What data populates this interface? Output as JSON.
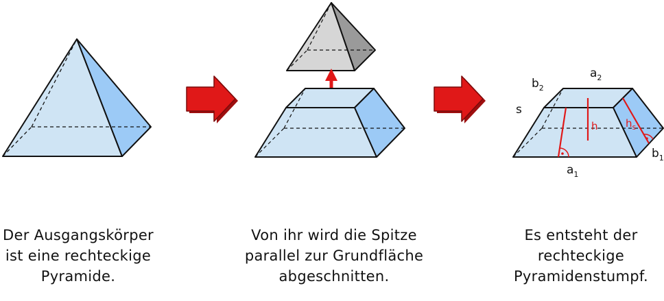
{
  "colors": {
    "face_light": "#cfe4f4",
    "face_side": "#9ccaf6",
    "apex_top": "#d6d6d6",
    "apex_side": "#9a9a9a",
    "arrow_red": "#e01818",
    "arrow_dark": "#9e0f0f",
    "stroke": "#111111"
  },
  "labels": {
    "a1": {
      "main": "a",
      "sub": "1"
    },
    "a2": {
      "main": "a",
      "sub": "2"
    },
    "b1": {
      "main": "b",
      "sub": "1"
    },
    "b2": {
      "main": "b",
      "sub": "2"
    },
    "s": "s",
    "h": "h",
    "hs": {
      "main": "h",
      "sub": "s"
    }
  },
  "captions": {
    "step1": [
      "Der Ausgangskörper",
      "ist eine rechteckige",
      "Pyramide."
    ],
    "step2": [
      "Von ihr wird die Spitze",
      "parallel zur Grundfläche",
      "abgeschnitten."
    ],
    "step3": [
      "Es entsteht der",
      "rechteckige",
      "Pyramidenstumpf."
    ]
  },
  "icons": [
    "right-arrow-icon",
    "up-arrow-icon"
  ]
}
